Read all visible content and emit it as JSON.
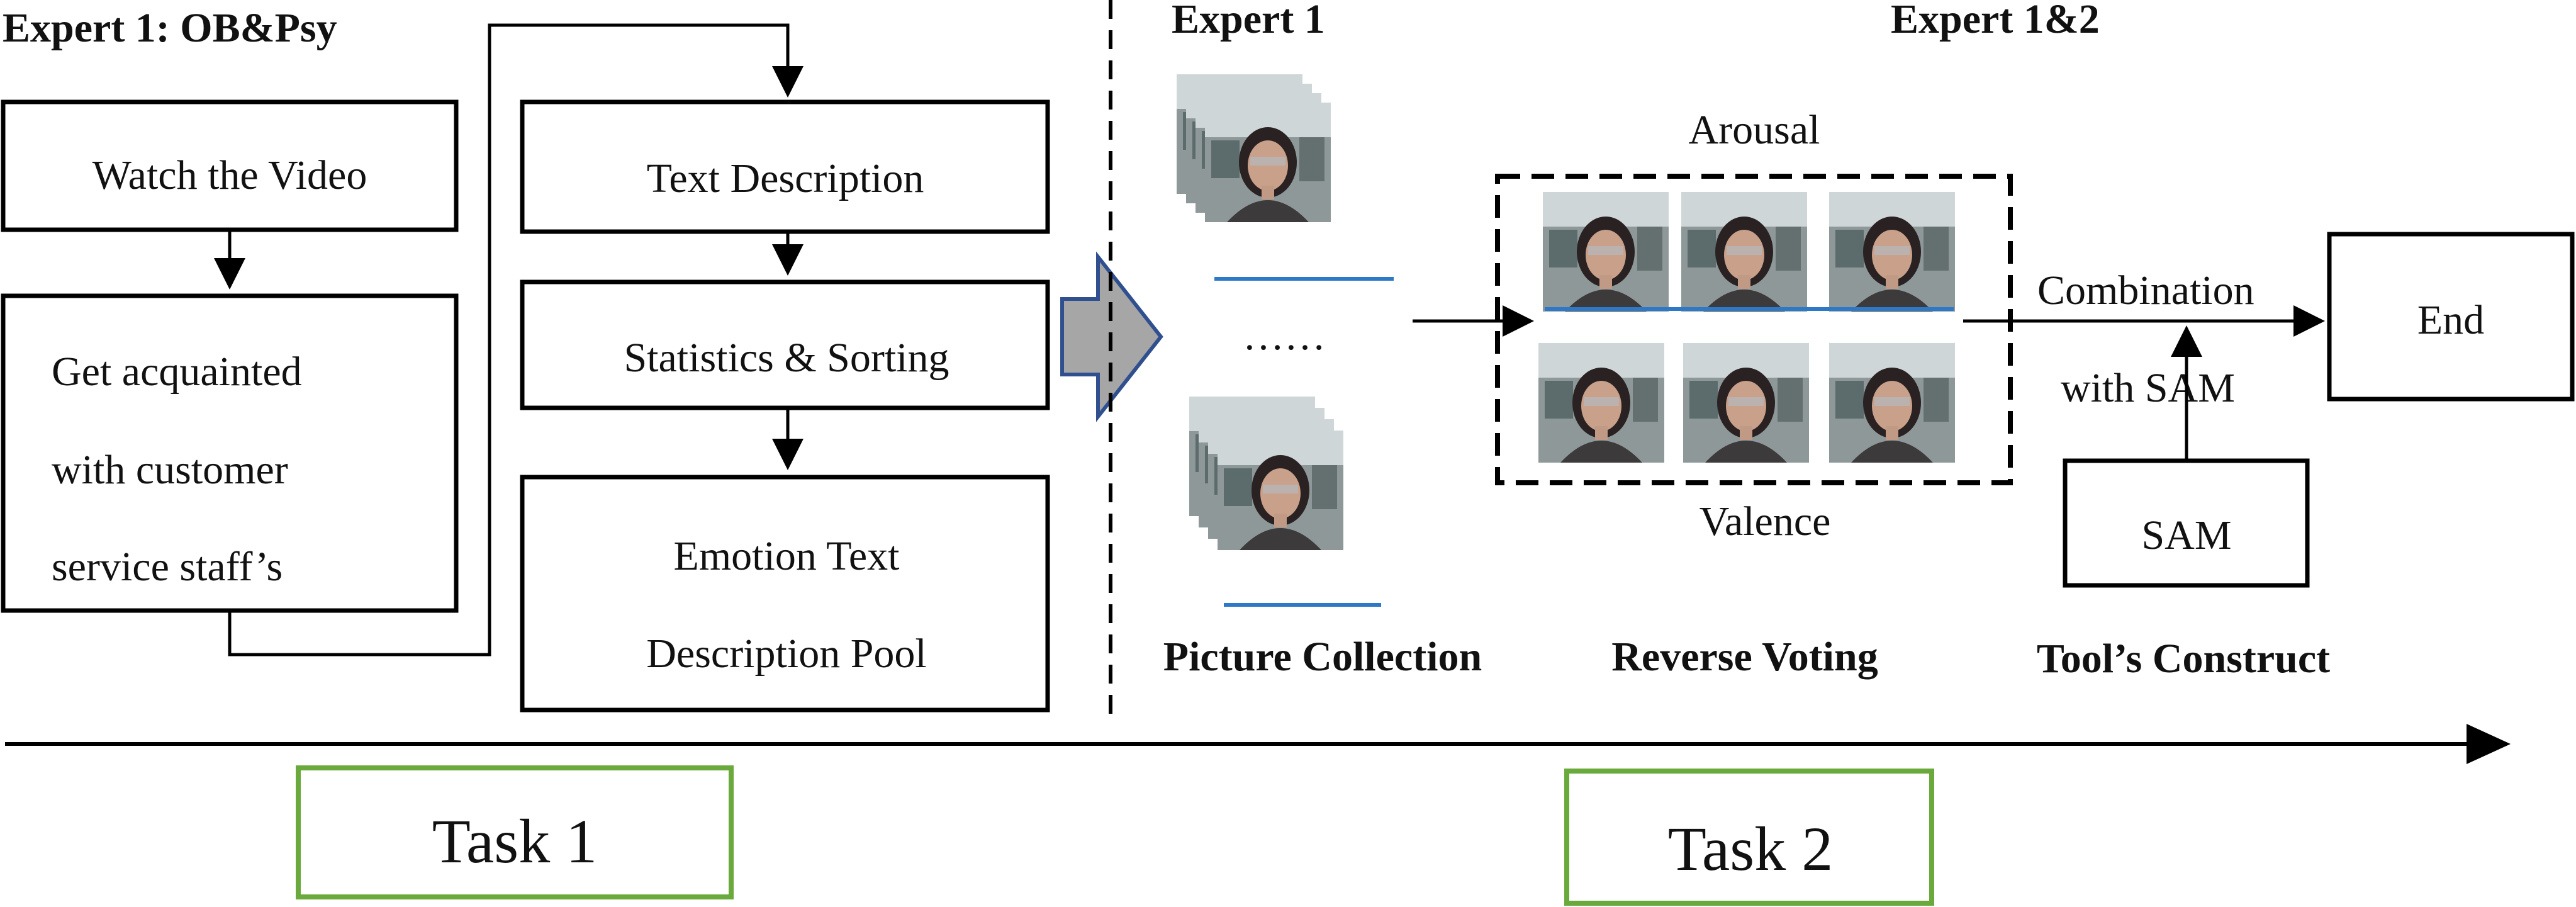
{
  "expert1_heading": "Expert 1: OB&Psy",
  "expert1_short": "Expert 1",
  "expert12_heading": "Expert 1&2",
  "task1": {
    "watch_video": "Watch the Video",
    "get_acquainted_lines": [
      "Get acquainted",
      "with customer",
      "service staff’s"
    ],
    "text_description": "Text Description",
    "statistics_sorting": "Statistics & Sorting",
    "emotion_pool_lines": [
      "Emotion Text",
      "Description Pool"
    ],
    "label": "Task 1"
  },
  "task2": {
    "ellipsis": "……",
    "arousal": "Arousal",
    "valence": "Valence",
    "combination": "Combination",
    "with_sam": "with SAM",
    "end": "End",
    "sam": "SAM",
    "picture_collection": "Picture Collection",
    "reverse_voting": "Reverse Voting",
    "tools_construct": "Tool’s Construct",
    "label": "Task 2"
  },
  "colors": {
    "task_box_border": "#6aaa3c",
    "chevron_fill": "#a6a6a6",
    "chevron_stroke": "#2f4f8f",
    "video_progress": "#2e78c8",
    "photo_skin": "#c9a08a",
    "photo_bg": "#7f8b8c"
  }
}
